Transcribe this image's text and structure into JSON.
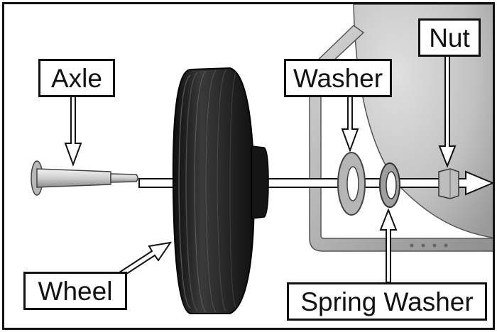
{
  "labels": {
    "axle": "Axle",
    "washer": "Washer",
    "nut": "Nut",
    "wheel": "Wheel",
    "spring_washer": "Spring Washer"
  },
  "colors": {
    "tire": "#1e1e1e",
    "tank": "#c8c8c8",
    "frame_metal": "#a9a9a9",
    "axle_metal": "#d9d9d9",
    "outline": "#111111"
  }
}
